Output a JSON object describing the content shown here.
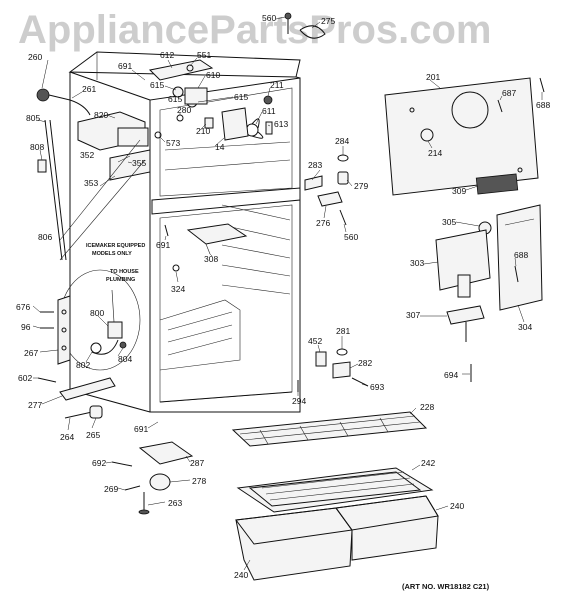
{
  "watermark": "AppliancePartsPros.com",
  "art_number": "(ART NO. WR18182 C21)",
  "notes": {
    "icemaker": [
      "ICEMAKER EQUIPPED",
      "MODELS ONLY"
    ],
    "plumbing": [
      "TO HOUSE",
      "PLUMBING"
    ]
  },
  "callouts": [
    "560",
    "275",
    "612",
    "551",
    "691",
    "610",
    "615",
    "615",
    "211",
    "260",
    "261",
    "820",
    "280",
    "615",
    "611",
    "613",
    "210",
    "573",
    "14",
    "284",
    "805",
    "352",
    "355",
    "808",
    "353",
    "283",
    "279",
    "276",
    "560",
    "201",
    "687",
    "688",
    "214",
    "309",
    "305",
    "304",
    "303",
    "688",
    "307",
    "806",
    "691",
    "308",
    "324",
    "676",
    "96",
    "800",
    "267",
    "802",
    "804",
    "452",
    "281",
    "282",
    "693",
    "602",
    "294",
    "277",
    "264",
    "265",
    "228",
    "691",
    "692",
    "287",
    "278",
    "269",
    "263",
    "242",
    "240",
    "240",
    "694"
  ]
}
